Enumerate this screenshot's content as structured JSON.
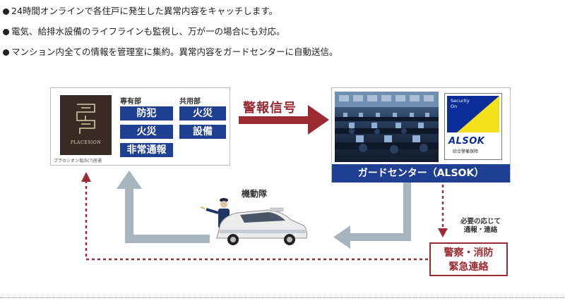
{
  "bullets": [
    "24時間オンラインで各住戸に発生した異常内容をキャッチします。",
    "電気、給排水設備のライフラインも監視し、万が一の場合にも対応。",
    "マンション内全ての情報を管理室に集約。異常内容をガードセンターに自動送信。"
  ],
  "residence": {
    "logo_text": "PLACESION",
    "logo_caption": "プラセシオン塩浜(?)居通",
    "private_label": "専有部",
    "common_label": "共用部",
    "private_items": [
      "防犯",
      "火災",
      "非常通報"
    ],
    "common_items": [
      "火災",
      "設備"
    ]
  },
  "signal_label": "警報信号",
  "guard_center": {
    "label": "ガードセンター（ALSOK）",
    "security_text": "Security\nOn",
    "brand": "ALSOK",
    "brand_sub": "綜合警備保障"
  },
  "mobile_unit_label": "機動隊",
  "contact_note": [
    "必要の応じて",
    "通報・連絡"
  ],
  "police": [
    "警察・消防",
    "緊急連絡"
  ],
  "colors": {
    "navy": "#1f3f93",
    "red": "#9c2a32",
    "arrow_gray": "#a7b5bf",
    "alsok_yellow": "#f4e21c"
  }
}
